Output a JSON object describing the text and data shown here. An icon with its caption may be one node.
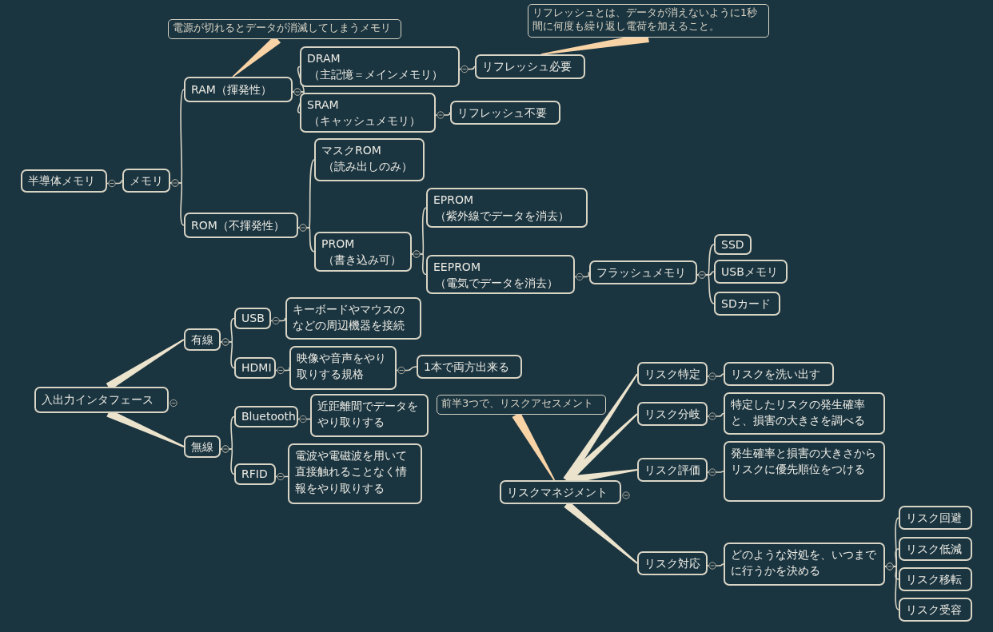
{
  "diagram": {
    "nodes": [
      {
        "text": [
          "半導体メモリ"
        ]
      },
      {
        "text": [
          "メモリ"
        ]
      },
      {
        "text": [
          "RAM（揮発性）"
        ]
      },
      {
        "text": [
          "ROM（不揮発性）"
        ]
      },
      {
        "text": [
          "電源が切れるとデータが消滅してしまうメモリ"
        ]
      },
      {
        "text": [
          "DRAM",
          "（主記憶＝メインメモリ）"
        ]
      },
      {
        "text": [
          "リフレッシュ必要"
        ]
      },
      {
        "text": [
          "リフレッシュとは、データが消えないように1秒間に何度も繰り返し電荷を加えること。"
        ]
      },
      {
        "text": [
          "SRAM",
          "（キャッシュメモリ）"
        ]
      },
      {
        "text": [
          "リフレッシュ不要"
        ]
      },
      {
        "text": [
          "マスクROM",
          "（読み出しのみ）"
        ]
      },
      {
        "text": [
          "PROM",
          "（書き込み可）"
        ]
      },
      {
        "text": [
          "EPROM",
          "（紫外線でデータを消去）"
        ]
      },
      {
        "text": [
          "EEPROM",
          "（電気でデータを消去）"
        ]
      },
      {
        "text": [
          "フラッシュメモリ"
        ]
      },
      {
        "text": [
          "SSD"
        ]
      },
      {
        "text": [
          "USBメモリ"
        ]
      },
      {
        "text": [
          "SDカード"
        ]
      },
      {
        "text": [
          "入出力インタフェース"
        ]
      },
      {
        "text": [
          "有線"
        ]
      },
      {
        "text": [
          "無線"
        ]
      },
      {
        "text": [
          "USB"
        ]
      },
      {
        "text": [
          "キーボードやマウスのなどの周辺機器を接続"
        ]
      },
      {
        "text": [
          "HDMI"
        ]
      },
      {
        "text": [
          "映像や音声をやり取りする規格"
        ]
      },
      {
        "text": [
          "1本で両方出来る"
        ]
      },
      {
        "text": [
          "Bluetooth"
        ]
      },
      {
        "text": [
          "近距離間でデータをやり取りする"
        ]
      },
      {
        "text": [
          "RFID"
        ]
      },
      {
        "text": [
          "電波や電磁波を用いて直接触れることなく情報をやり取りする"
        ]
      },
      {
        "text": [
          "前半3つで、リスクアセスメント"
        ]
      },
      {
        "text": [
          "リスクマネジメント"
        ]
      },
      {
        "text": [
          "リスク特定"
        ]
      },
      {
        "text": [
          "リスクを洗い出す"
        ]
      },
      {
        "text": [
          "リスク分岐"
        ]
      },
      {
        "text": [
          "特定したリスクの発生確率と、損害の大きさを調べる"
        ]
      },
      {
        "text": [
          "リスク評価"
        ]
      },
      {
        "text": [
          "発生確率と損害の大きさからリスクに優先順位をつける"
        ]
      },
      {
        "text": [
          "リスク対応"
        ]
      },
      {
        "text": [
          "どのような対処を、いつまでに行うかを決める"
        ]
      },
      {
        "text": [
          "リスク回避"
        ]
      },
      {
        "text": [
          "リスク低減"
        ]
      },
      {
        "text": [
          "リスク移転"
        ]
      },
      {
        "text": [
          "リスク受容"
        ]
      }
    ],
    "edges": [
      {
        "from": 0,
        "to": 1,
        "arrow": "other"
      },
      {
        "from": 1,
        "to": 2,
        "arrow": "other"
      },
      {
        "from": 1,
        "to": 3,
        "arrow": "other"
      },
      {
        "from": 4,
        "to": 2,
        "arrow": "none",
        "color": "#f7d3a6"
      },
      {
        "from": 2,
        "to": 5,
        "arrow": "other"
      },
      {
        "from": 2,
        "to": 8,
        "arrow": "other"
      },
      {
        "from": 5,
        "to": 6,
        "arrow": "other"
      },
      {
        "from": 7,
        "to": 6,
        "arrow": "none",
        "color": "#f7d3a6"
      },
      {
        "from": 8,
        "to": 9,
        "arrow": "other"
      },
      {
        "from": 3,
        "to": 10,
        "arrow": "other"
      },
      {
        "from": 3,
        "to": 11,
        "arrow": "other"
      },
      {
        "from": 11,
        "to": 12,
        "arrow": "other"
      },
      {
        "from": 11,
        "to": 13,
        "arrow": "other"
      },
      {
        "from": 13,
        "to": 14,
        "arrow": "other"
      },
      {
        "from": 14,
        "to": 15,
        "arrow": "other"
      },
      {
        "from": 14,
        "to": 16,
        "arrow": "other"
      },
      {
        "from": 14,
        "to": 17,
        "arrow": "other"
      },
      {
        "from": 18,
        "to": 19,
        "arrow": "none",
        "style": "thick"
      },
      {
        "from": 18,
        "to": 20,
        "arrow": "none",
        "style": "thick"
      },
      {
        "from": 19,
        "to": 21,
        "arrow": "other"
      },
      {
        "from": 19,
        "to": 23,
        "arrow": "other"
      },
      {
        "from": 21,
        "to": 22,
        "arrow": "other"
      },
      {
        "from": 23,
        "to": 24,
        "arrow": "other"
      },
      {
        "from": 24,
        "to": 25,
        "arrow": "other"
      },
      {
        "from": 20,
        "to": 26,
        "arrow": "other"
      },
      {
        "from": 20,
        "to": 28,
        "arrow": "other"
      },
      {
        "from": 26,
        "to": 27,
        "arrow": "other"
      },
      {
        "from": 28,
        "to": 29,
        "arrow": "other"
      },
      {
        "from": 30,
        "to": 31,
        "arrow": "none",
        "color": "#f7d3a6"
      },
      {
        "from": 31,
        "to": 32,
        "arrow": "none",
        "style": "thick"
      },
      {
        "from": 31,
        "to": 34,
        "arrow": "none",
        "style": "thick"
      },
      {
        "from": 31,
        "to": 36,
        "arrow": "none",
        "style": "thick"
      },
      {
        "from": 31,
        "to": 38,
        "arrow": "none",
        "style": "thick"
      },
      {
        "from": 32,
        "to": 33,
        "arrow": "other"
      },
      {
        "from": 34,
        "to": 35,
        "arrow": "other"
      },
      {
        "from": 36,
        "to": 37,
        "arrow": "other"
      },
      {
        "from": 38,
        "to": 39,
        "arrow": "other"
      },
      {
        "from": 39,
        "to": 40,
        "arrow": "other"
      },
      {
        "from": 39,
        "to": 41,
        "arrow": "other"
      },
      {
        "from": 39,
        "to": 42,
        "arrow": "other"
      },
      {
        "from": 39,
        "to": 43,
        "arrow": "other"
      }
    ]
  }
}
